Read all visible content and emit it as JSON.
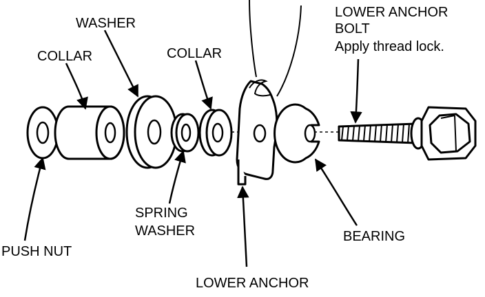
{
  "labels": {
    "washer": "WASHER",
    "collar_left": "COLLAR",
    "collar_center": "COLLAR",
    "lower_anchor_bolt_line1": "LOWER ANCHOR",
    "lower_anchor_bolt_line2": "BOLT",
    "thread_lock_note": "Apply thread lock.",
    "push_nut": "PUSH NUT",
    "spring_washer_line1": "SPRING",
    "spring_washer_line2": "WASHER",
    "bearing": "BEARING",
    "lower_anchor": "LOWER ANCHOR"
  },
  "colors": {
    "line": "#000000",
    "background": "#ffffff"
  }
}
